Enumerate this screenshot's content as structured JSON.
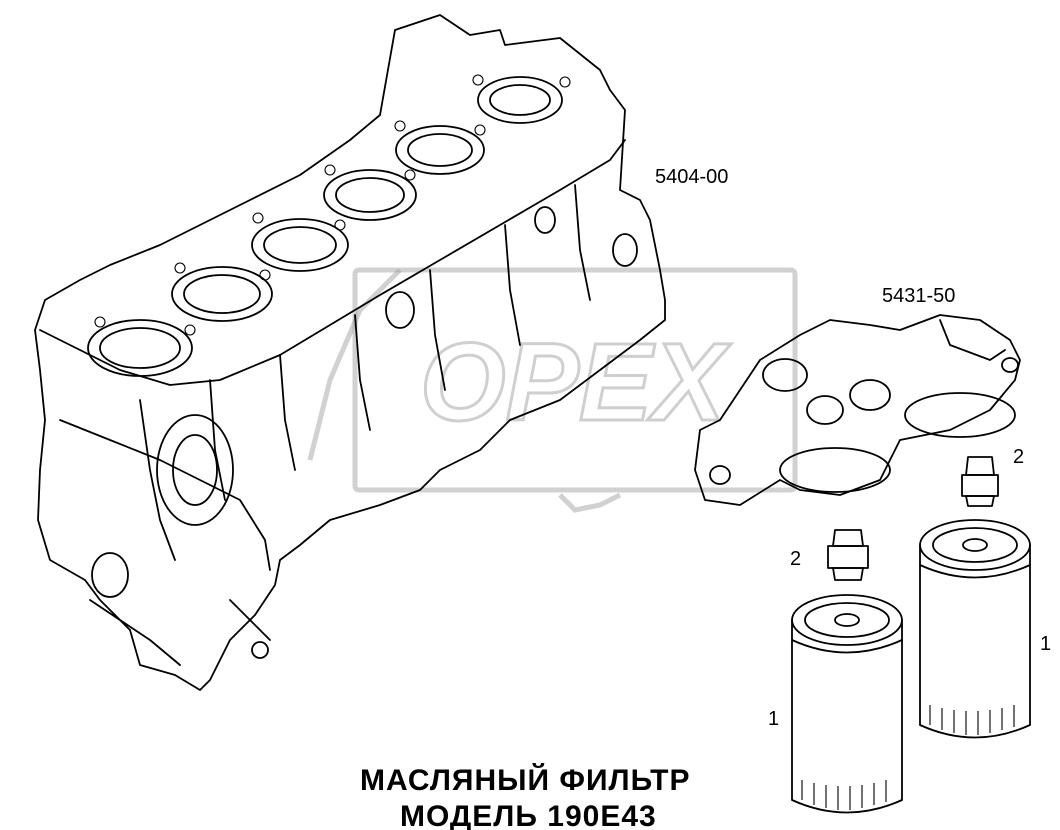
{
  "diagram": {
    "ref_block": "5404-00",
    "ref_housing": "5431-50",
    "callouts": [
      {
        "key": "filter_right",
        "label": "1"
      },
      {
        "key": "filter_left",
        "label": "1"
      },
      {
        "key": "nipple_right",
        "label": "2"
      },
      {
        "key": "nipple_left",
        "label": "2"
      }
    ],
    "title_line1": "МАСЛЯНЫЙ ФИЛЬТР",
    "title_line2": "МОДЕЛЬ 190Е43",
    "watermark_text": "OPEX"
  }
}
